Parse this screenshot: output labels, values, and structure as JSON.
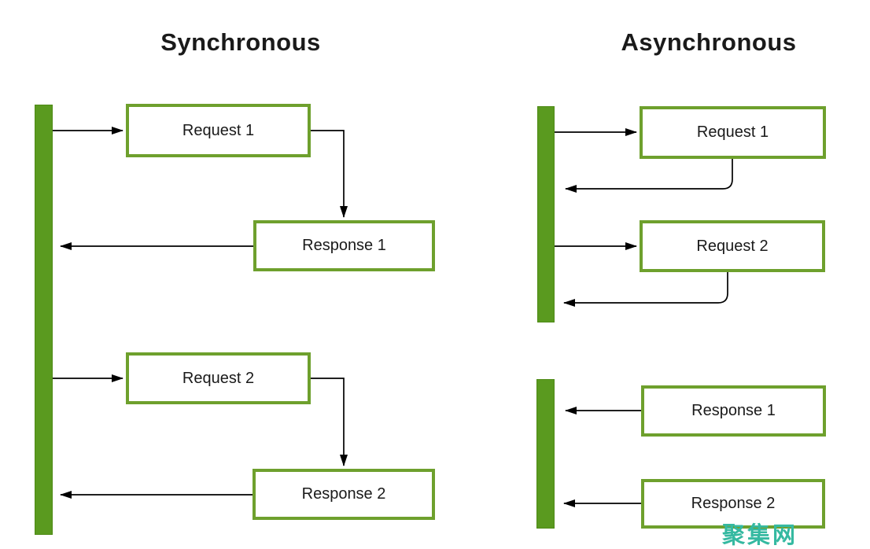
{
  "titles": {
    "left": "Synchronous",
    "right": "Asynchronous"
  },
  "sync": {
    "boxes": [
      {
        "label": "Request 1"
      },
      {
        "label": "Response 1"
      },
      {
        "label": "Request 2"
      },
      {
        "label": "Response 2"
      }
    ]
  },
  "async": {
    "boxes": [
      {
        "label": "Request 1"
      },
      {
        "label": "Request 2"
      },
      {
        "label": "Response 1"
      },
      {
        "label": "Response 2"
      }
    ]
  },
  "watermark": {
    "text": "聚集网"
  },
  "colors": {
    "bar_green": "#5a9a1f",
    "box_border_green": "#6ea02d",
    "connector_black": "#000000",
    "box_fill": "#ffffff",
    "text_black": "#1a1a1a",
    "watermark_teal": "#35b9a1",
    "background": "#ffffff"
  }
}
